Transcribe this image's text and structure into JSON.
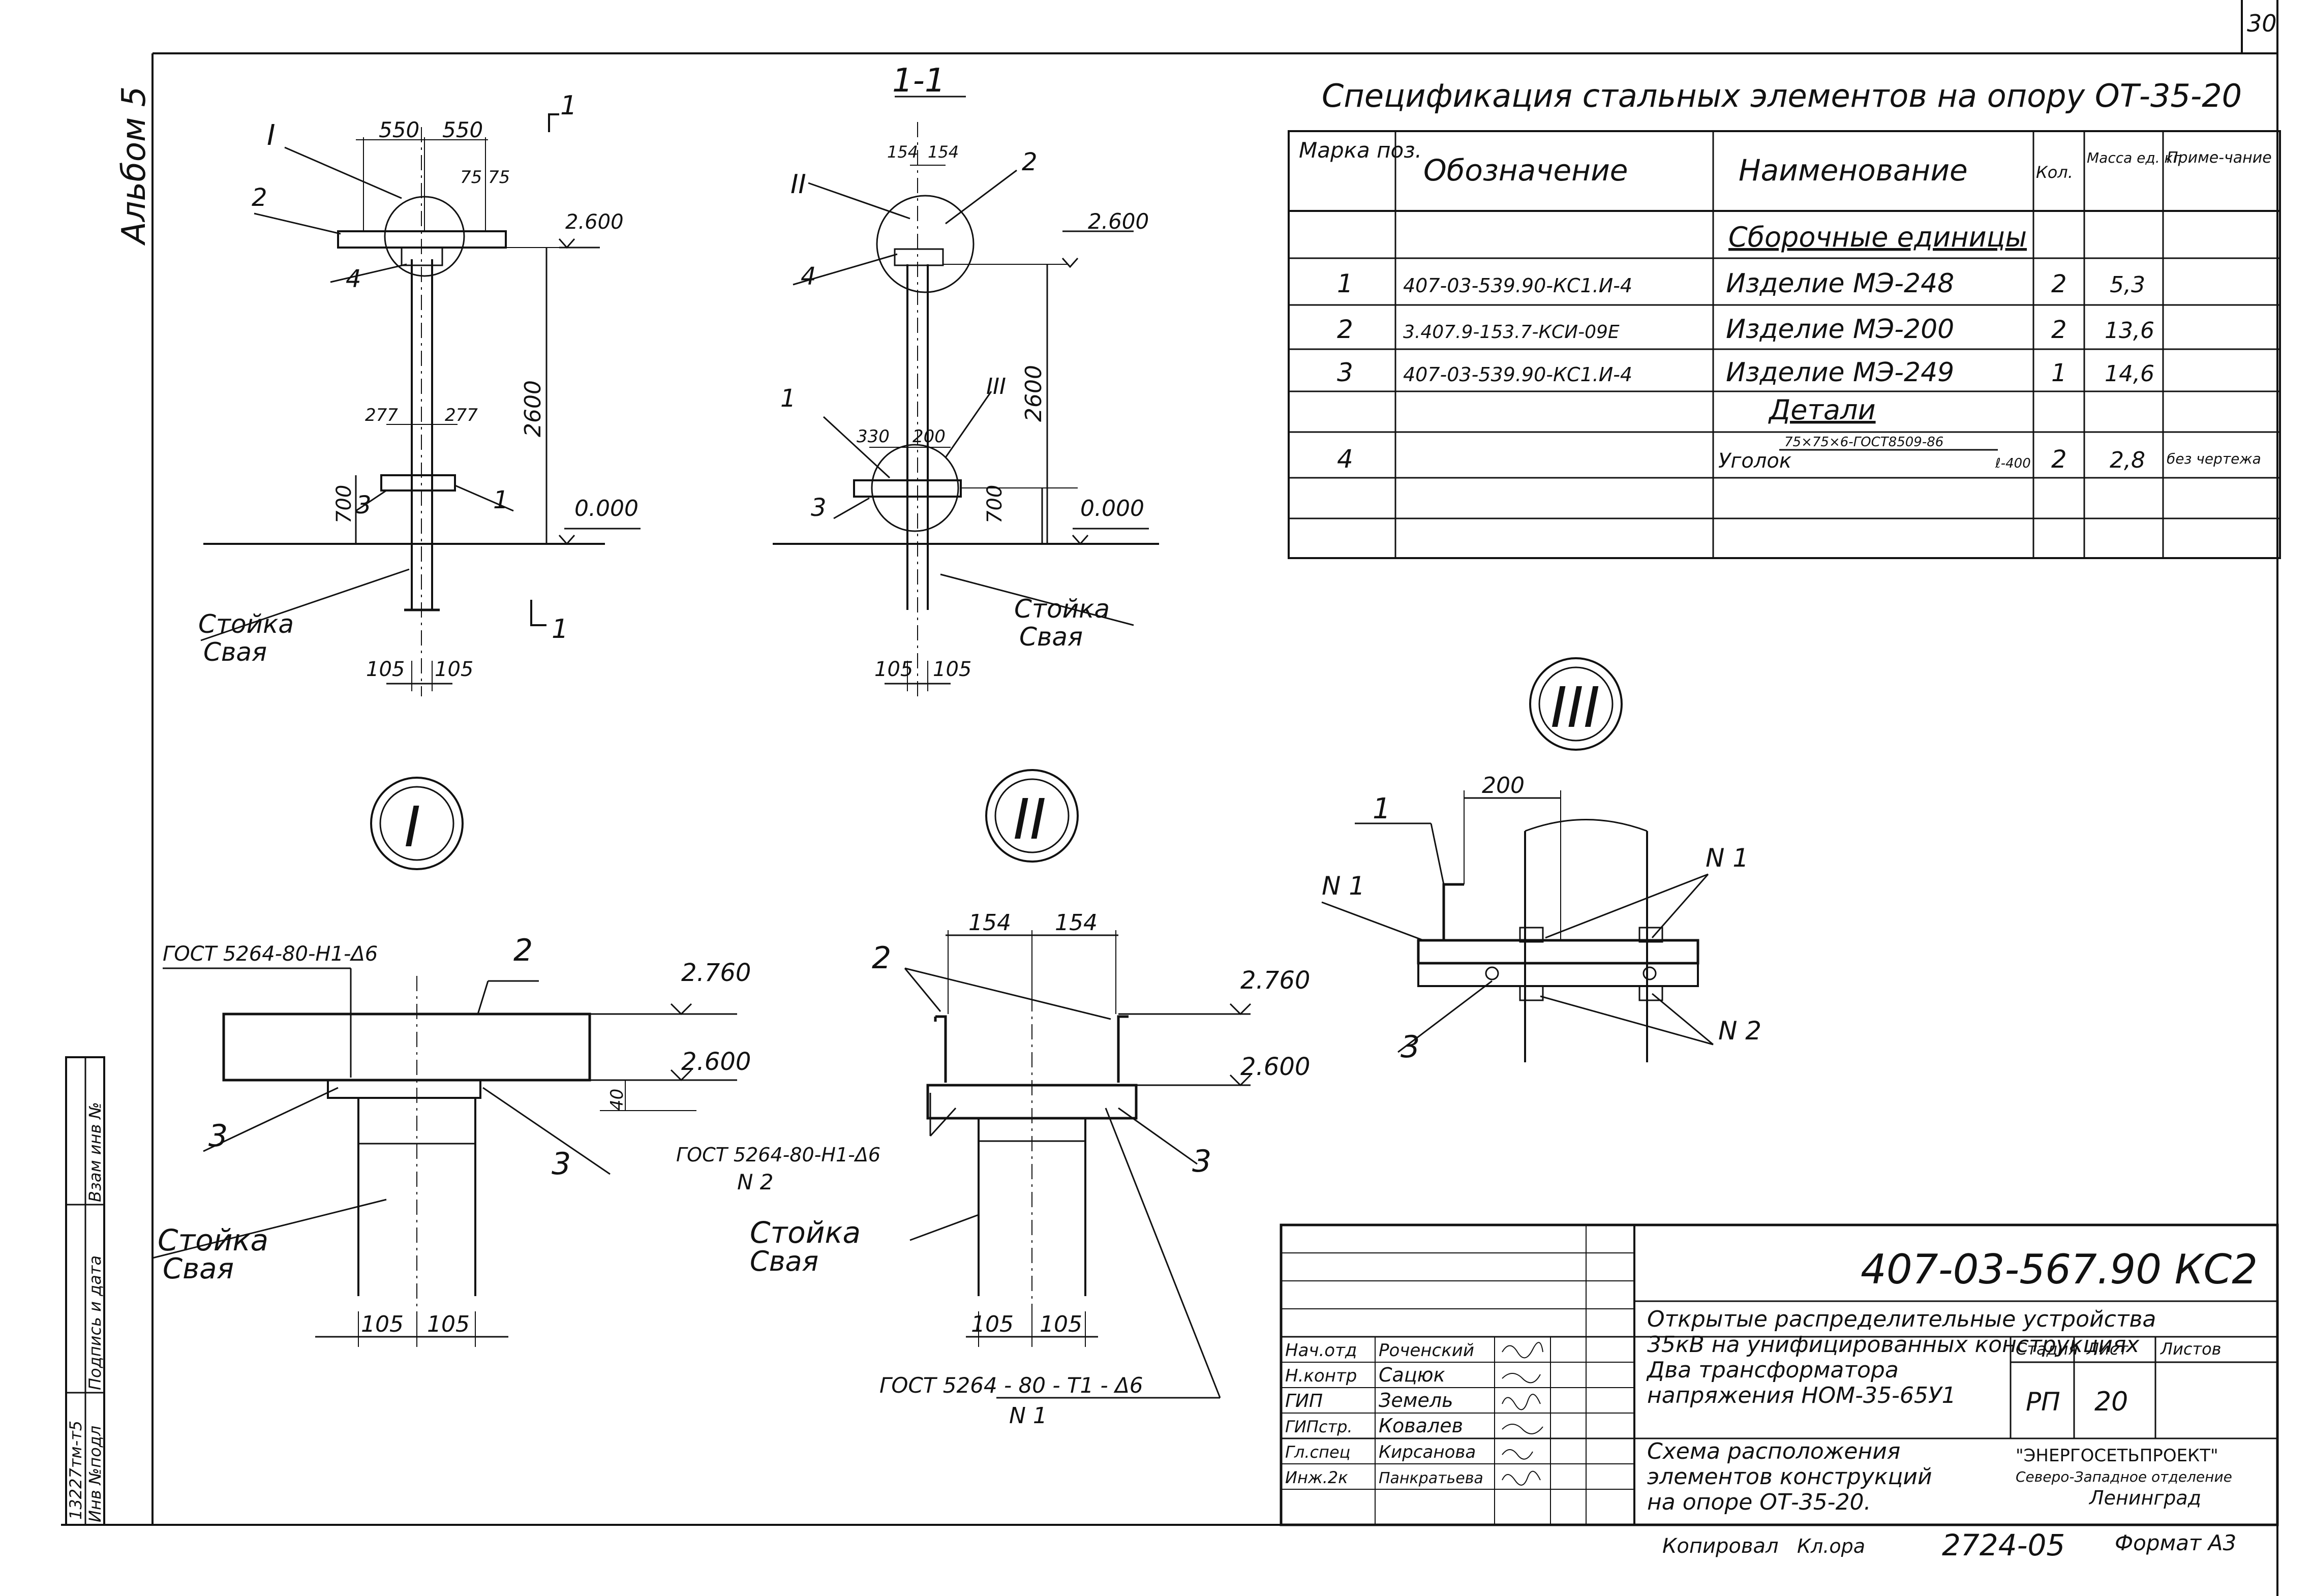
{
  "sheet": {
    "sheet_no": "30",
    "album": "Альбом 5",
    "format": "Формат А3",
    "copied_by": "Копировал",
    "copy_signature": "Кл.ора",
    "copy_no": "2724-05"
  },
  "side_stamp": {
    "inv_no_label": "Инв №подл",
    "signature_date_label": "Подпись и дата",
    "replace_inv_label": "Взам инв №",
    "inv_no_value": "13227тм-т5"
  },
  "spec": {
    "title": "Спецификация стальных элементов на опору ОТ-35-20",
    "headers": {
      "pos": "Марка поз.",
      "designation": "Обозначение",
      "name": "Наименование",
      "qty": "Кол.",
      "mass": "Масса ед. кг",
      "note": "Приме-чание"
    },
    "group_assembly": "Сборочные единицы",
    "group_details": "Детали",
    "rows": [
      {
        "pos": "1",
        "designation": "407-03-539.90-КС1.И-4",
        "name": "Изделие МЭ-248",
        "qty": "2",
        "mass": "5,3",
        "note": ""
      },
      {
        "pos": "2",
        "designation": "3.407.9-153.7-КСИ-09Е",
        "name": "Изделие МЭ-200",
        "qty": "2",
        "mass": "13,6",
        "note": ""
      },
      {
        "pos": "3",
        "designation": "407-03-539.90-КС1.И-4",
        "name": "Изделие МЭ-249",
        "qty": "1",
        "mass": "14,6",
        "note": ""
      },
      {
        "pos": "4",
        "designation": "",
        "name": "Уголок",
        "name_sup": "75×75×6-ГОСТ8509-86",
        "name_sub": "ℓ-400",
        "qty": "2",
        "mass": "2,8",
        "note": "без чертежа"
      }
    ]
  },
  "views": {
    "elevation": {
      "callout_I": "I",
      "section_mark": "1",
      "dim_550a": "550",
      "dim_550b": "550",
      "dim_75a": "75",
      "dim_75b": "75",
      "dim_277a": "277",
      "dim_277b": "277",
      "dim_2600": "2600",
      "dim_700": "700",
      "dim_105a": "105",
      "dim_105b": "105",
      "lvl_top": "2.600",
      "lvl_ground": "0.000",
      "pos_1": "1",
      "pos_2": "2",
      "pos_3": "3",
      "pos_4": "4",
      "label_post": "Стойка",
      "label_pile": "Свая"
    },
    "section": {
      "title": "1-1",
      "callout_II": "II",
      "callout_III": "III",
      "dim_154a": "154",
      "dim_154b": "154",
      "dim_330": "330",
      "dim_200": "200",
      "dim_2600": "2600",
      "dim_700": "700",
      "dim_105a": "105",
      "dim_105b": "105",
      "lvl_top": "2.600",
      "lvl_ground": "0.000",
      "pos_1": "1",
      "pos_2": "2",
      "pos_3": "3",
      "pos_4": "4",
      "label_post": "Стойка",
      "label_pile": "Свая"
    },
    "detail_I": {
      "label": "I",
      "weld": "ГОСТ 5264-80-Н1-Δ6",
      "pos_2": "2",
      "pos_3a": "3",
      "pos_3b": "3",
      "lvl_2760": "2.760",
      "lvl_2600": "2.600",
      "dim_40": "40",
      "dim_105a": "105",
      "dim_105b": "105",
      "label_post": "Стойка",
      "label_pile": "Свая"
    },
    "detail_II": {
      "label": "II",
      "dim_154a": "154",
      "dim_154b": "154",
      "pos_2": "2",
      "pos_3": "3",
      "lvl_2760": "2.760",
      "lvl_2600": "2.600",
      "weld_top": "ГОСТ 5264-80-Н1-Δ6",
      "weld_top_mark": "N 2",
      "weld_bottom": "ГОСТ 5264 - 80 - Т1 - Δ6",
      "weld_bottom_mark": "N 1",
      "dim_105a": "105",
      "dim_105b": "105",
      "label_post": "Стойка",
      "label_pile": "Свая"
    },
    "detail_III": {
      "label": "III",
      "dim_200": "200",
      "pos_1": "1",
      "pos_3": "3",
      "n1_left": "N 1",
      "n1_right": "N 1",
      "n2": "N 2"
    }
  },
  "title_block": {
    "code": "407-03-567.90 КС2",
    "project_line1": "Открытые распределительные устройства",
    "project_line2": "35кВ на унифицированных конструкциях",
    "object_line1": "Два трансформатора",
    "object_line2": "напряжения НОМ-35-65У1",
    "sheet_title_line1": "Схема расположения",
    "sheet_title_line2": "элементов конструкций",
    "sheet_title_line3": "на опоре ОТ-35-20.",
    "stage_label": "Стадия",
    "sheet_label": "Лист",
    "sheets_label": "Листов",
    "stage_value": "РП",
    "sheet_value": "20",
    "org_line1": "\"ЭНЕРГОСЕТЬПРОЕКТ\"",
    "org_line2": "Северо-Западное отделение",
    "org_line3": "Ленинград",
    "signers": [
      {
        "role": "Нач.отд",
        "name": "Роченский"
      },
      {
        "role": "Н.контр",
        "name": "Сацюк"
      },
      {
        "role": "ГИП",
        "name": "Земель"
      },
      {
        "role": "ГИПстр.",
        "name": "Ковалев"
      },
      {
        "role": "Гл.спец",
        "name": "Кирсанова"
      },
      {
        "role": "Инж.2к",
        "name": "Панкратьева"
      }
    ]
  }
}
